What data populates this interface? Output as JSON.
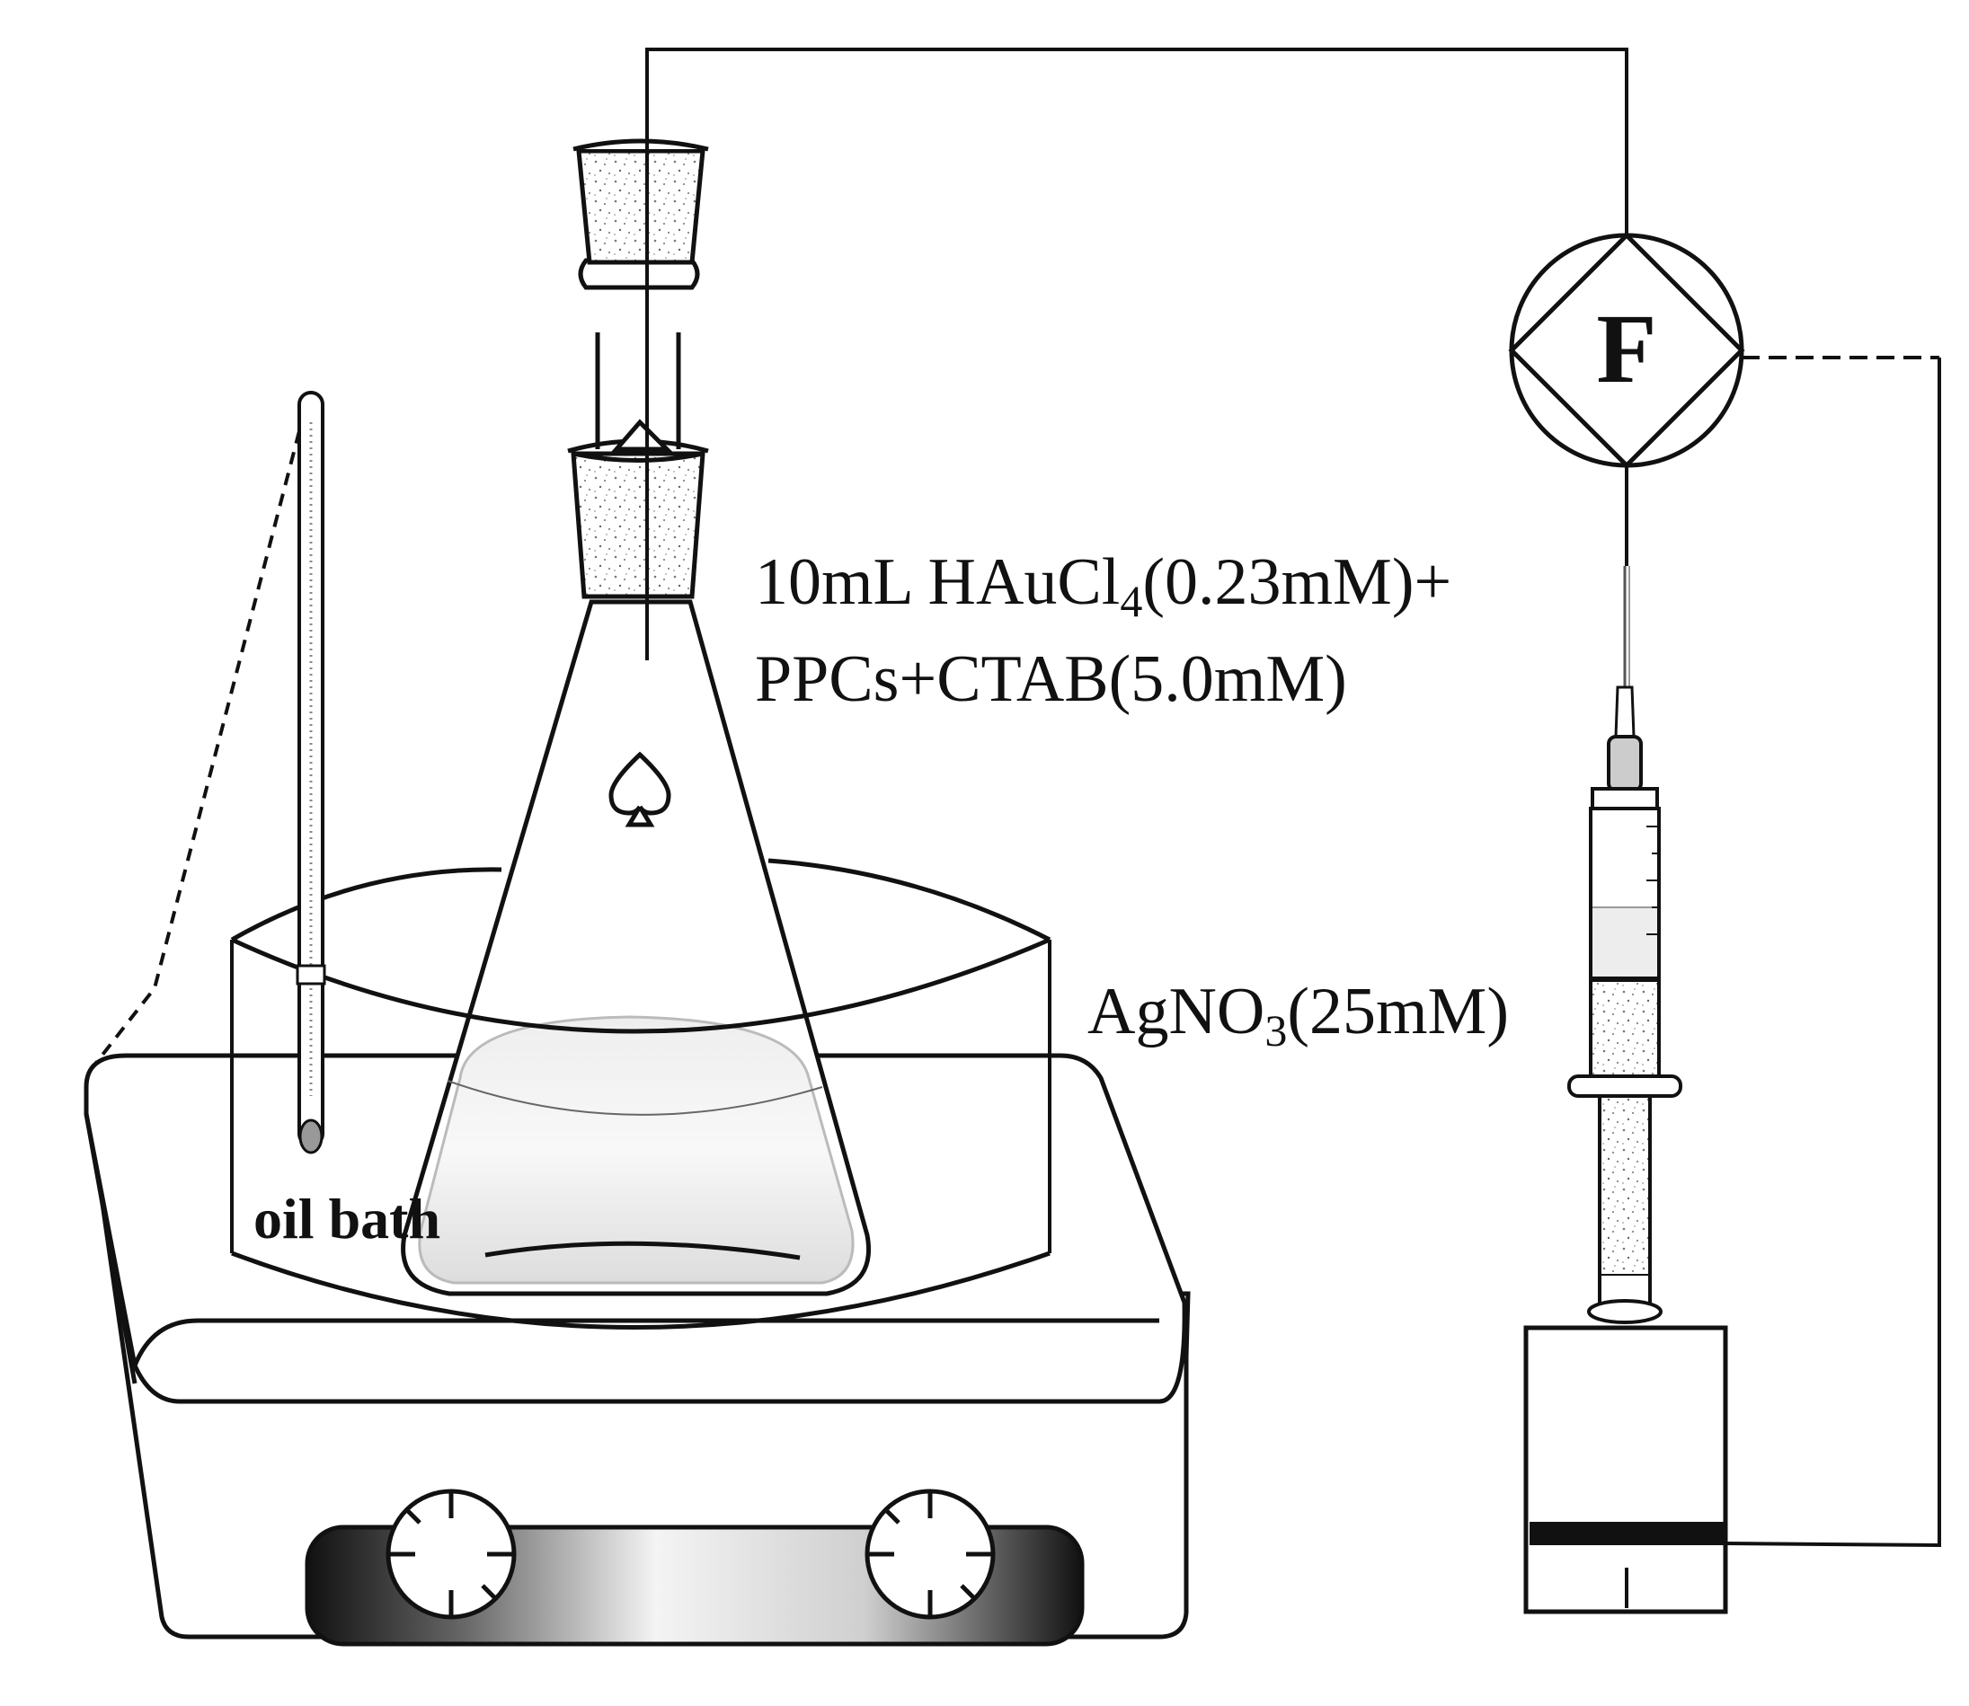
{
  "labels": {
    "reactant_line1_prefix": "10mL HAuCl",
    "reactant_line1_sub": "4",
    "reactant_line1_suffix": "(0.23mM)+",
    "reactant_line2": "PPCs+CTAB(5.0mM)",
    "silver_prefix": "AgNO",
    "silver_sub": "3",
    "silver_suffix": "(25mM)",
    "oil_bath": "oil bath",
    "controller_symbol": "F"
  },
  "icons": {
    "flask_mark": "spade-icon",
    "knobs": "dial-knob-icon"
  },
  "colors": {
    "line": "#111111",
    "background": "#ffffff"
  }
}
